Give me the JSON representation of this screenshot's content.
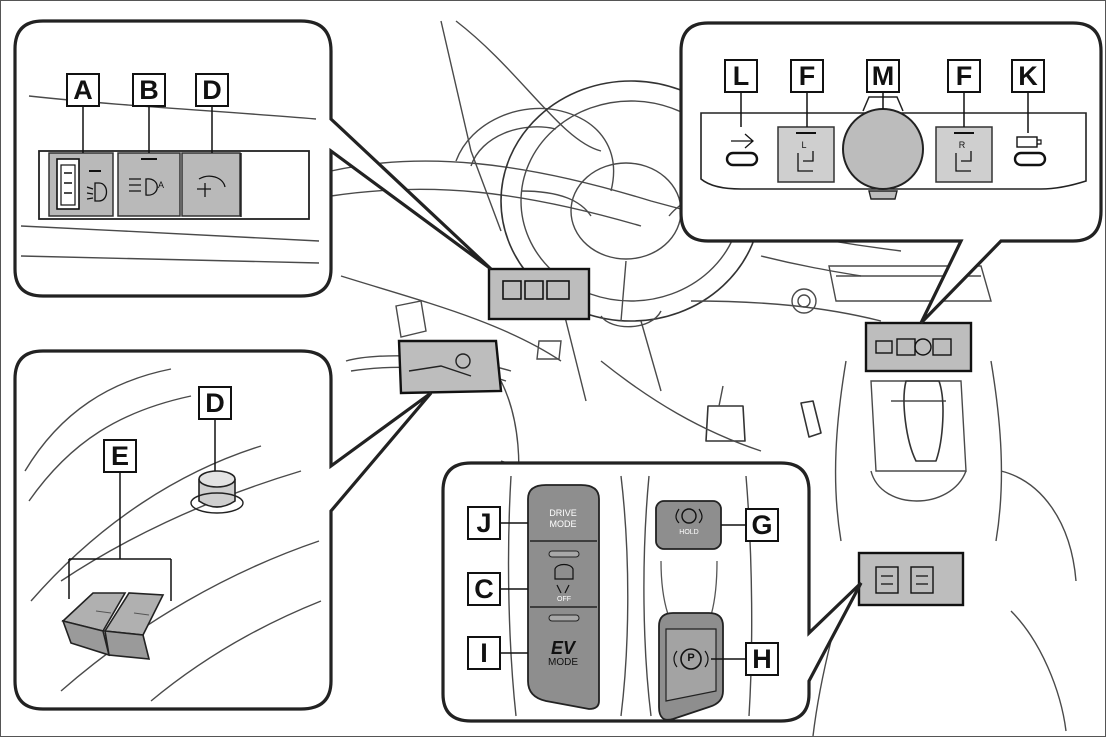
{
  "labels": {
    "A": "A",
    "B": "B",
    "C": "C",
    "D": "D",
    "E": "E",
    "F": "F",
    "G": "G",
    "H": "H",
    "I": "I",
    "J": "J",
    "K": "K",
    "L": "L",
    "M": "M"
  },
  "buttons": {
    "drive_mode_line1": "DRIVE",
    "drive_mode_line2": "MODE",
    "vsc_off": "OFF",
    "ev_line1": "EV",
    "ev_line2": "MODE",
    "hold": "HOLD",
    "park": "P",
    "seat_left": "L",
    "seat_right": "R",
    "auto": "A"
  },
  "colors": {
    "highlight": "#bdbdbd",
    "outline": "#222222"
  }
}
